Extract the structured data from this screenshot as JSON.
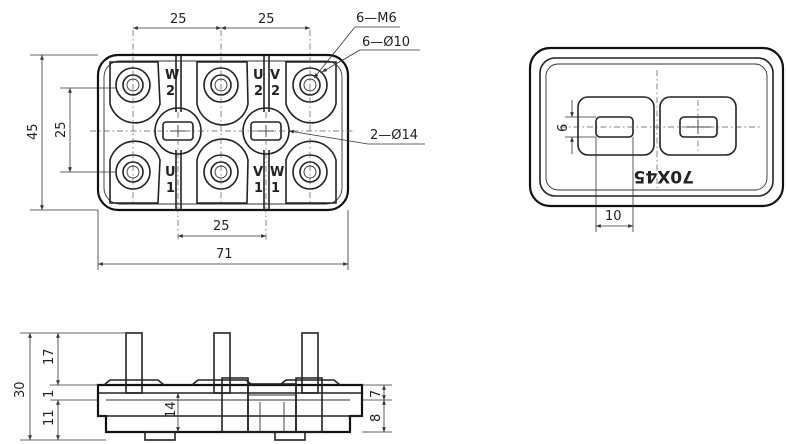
{
  "top_view": {
    "dim_top_left": "25",
    "dim_top_right": "25",
    "dim_height": "45",
    "dim_inner_height": "25",
    "dim_bottom_spacing": "25",
    "dim_width": "71",
    "callout_thread": "6—M6",
    "callout_hole10": "6—Ø10",
    "callout_hole14": "2—Ø14",
    "terminal_labels": [
      {
        "letter": "W",
        "num": "2"
      },
      {
        "letter": "U",
        "num": "2"
      },
      {
        "letter": "V",
        "num": "2"
      },
      {
        "letter": "U",
        "num": "1"
      },
      {
        "letter": "V",
        "num": "1"
      },
      {
        "letter": "W",
        "num": "1"
      }
    ]
  },
  "bottom_view": {
    "size_label": "70X45",
    "dim_slot_height": "6",
    "dim_slot_width": "10"
  },
  "side_view": {
    "dim_total": "30",
    "dim_upper": "17",
    "dim_lower": "11",
    "dim_middle": "1",
    "dim_section": "14",
    "dim_right_upper": "7",
    "dim_right_lower": "8"
  },
  "colors": {
    "line": "#222222",
    "background": "#ffffff",
    "hatch": "#333333"
  }
}
